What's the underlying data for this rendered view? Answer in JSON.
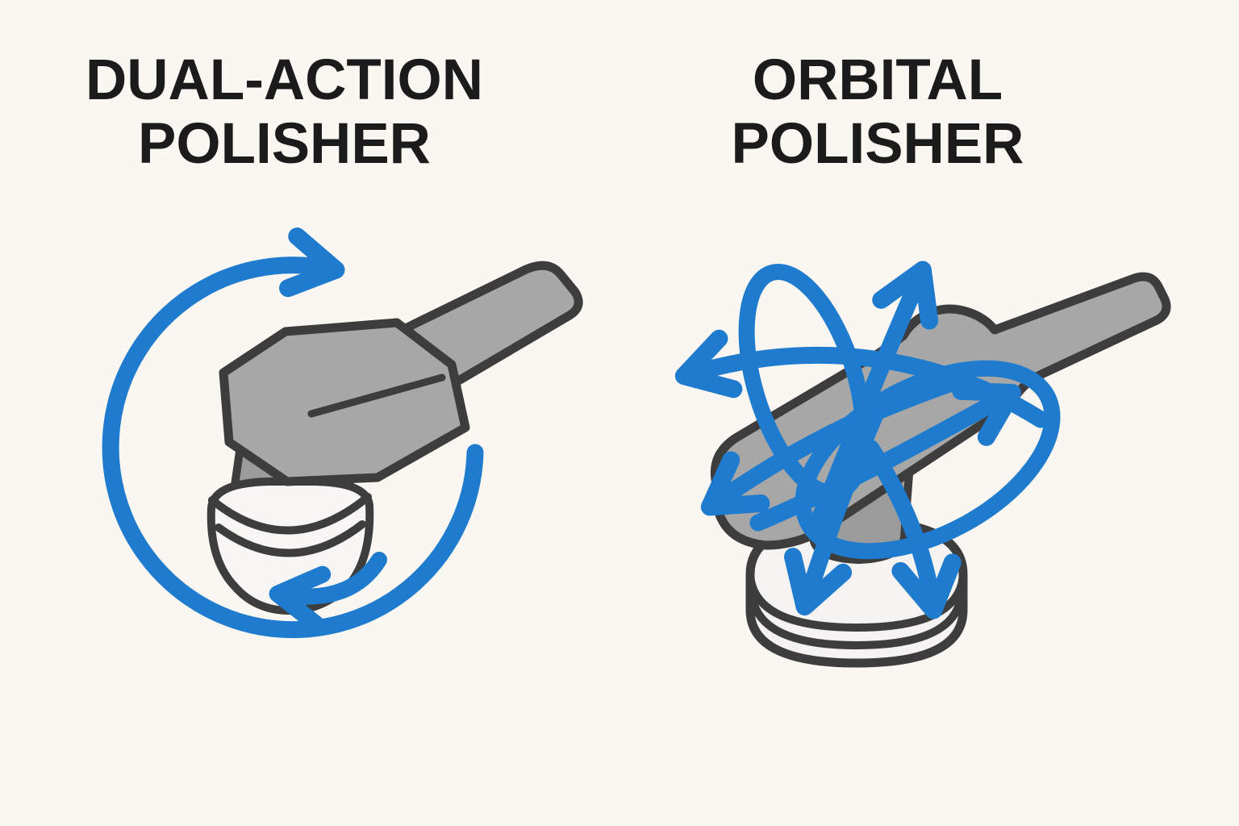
{
  "page": {
    "background": "#faf6f1"
  },
  "colors": {
    "background": "#faf6f1",
    "text": "#1b1b1b",
    "arrow_blue": "#1e7bce",
    "outline": "#3d3d3d",
    "tool_gray": "#a7a7a7",
    "tool_gray_dark": "#9b9b9b",
    "pad_white": "#f7f6f4",
    "pad_white_right": "#f4f3f1"
  },
  "left_panel": {
    "title_line1": "DUAL-ACTION",
    "title_line2": "POLISHER",
    "motion_icon": "circular-rotation-arrow-with-pad-spin-arrow"
  },
  "right_panel": {
    "title_line1": "ORBITAL",
    "title_line2": "POLISHER",
    "motion_icon": "random-orbit-scribble-arrows"
  }
}
